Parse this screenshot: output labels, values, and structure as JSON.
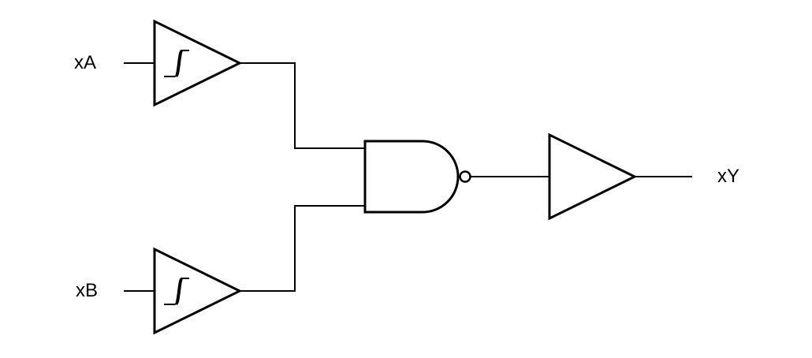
{
  "signals": {
    "input_a": "xA",
    "input_b": "xB",
    "output_y": "xY"
  },
  "components": [
    {
      "kind": "schmitt-trigger-buffer",
      "input": "xA"
    },
    {
      "kind": "schmitt-trigger-buffer",
      "input": "xB"
    },
    {
      "kind": "nand-gate"
    },
    {
      "kind": "buffer",
      "output": "xY"
    }
  ],
  "colors": {
    "line": "#000000",
    "background": "#ffffff"
  }
}
